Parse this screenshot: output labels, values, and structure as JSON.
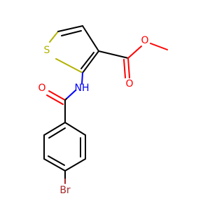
{
  "atoms": {
    "sulfur": {
      "label": "S",
      "color": "#b2b200"
    },
    "amide_nh": {
      "label": "NH",
      "color": "#0000ff"
    },
    "amide_o": {
      "label": "O",
      "color": "#ff0000"
    },
    "ester_carbonyl_o": {
      "label": "O",
      "color": "#ff0000"
    },
    "ester_ether_o": {
      "label": "O",
      "color": "#ff0000"
    },
    "bromine": {
      "label": "Br",
      "color": "#a52a2a"
    }
  },
  "colors": {
    "bond": "#000000",
    "background": "#ffffff"
  }
}
